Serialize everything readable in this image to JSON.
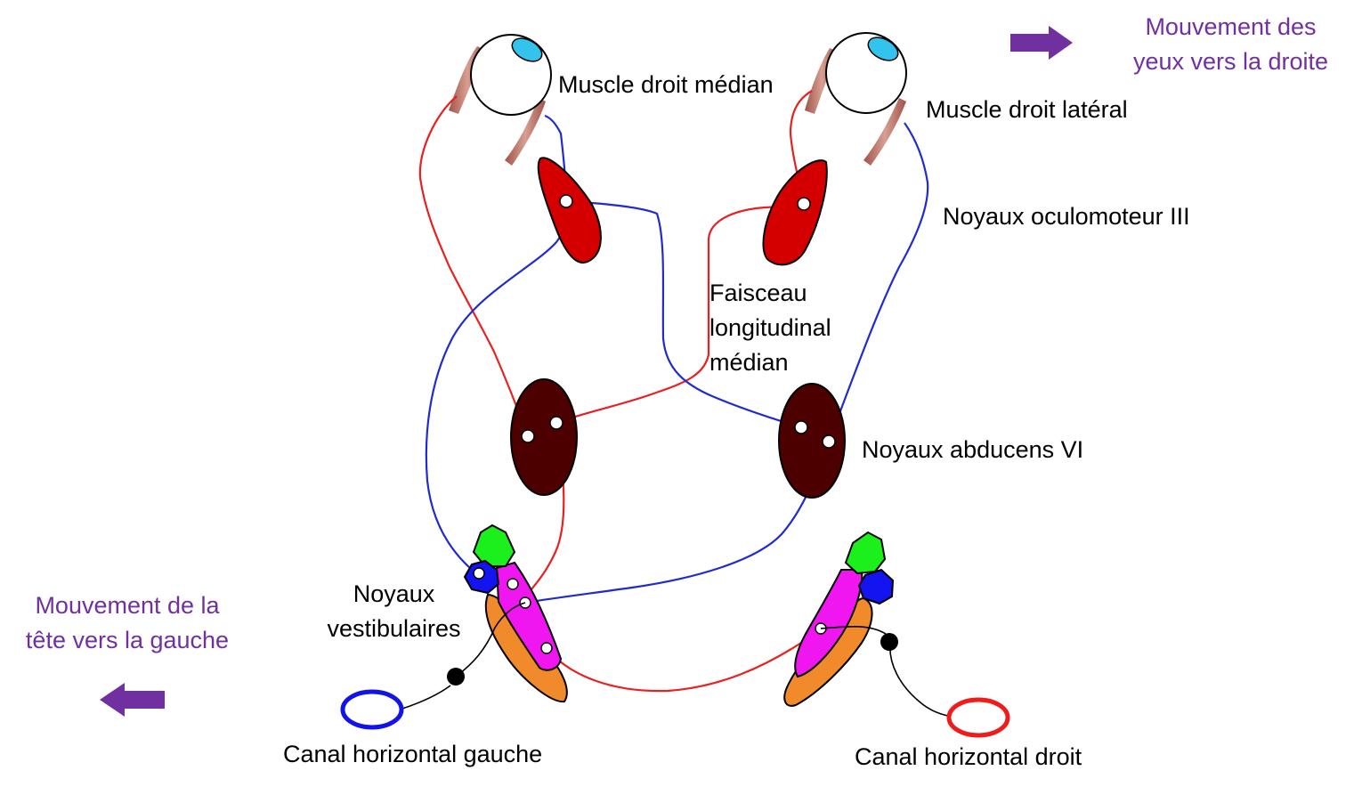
{
  "labels": {
    "muscle_droit_median": "Muscle droit médian",
    "muscle_droit_lateral": "Muscle droit latéral",
    "noyaux_oculomoteur": "Noyaux oculomoteur III",
    "faisceau_line1": "Faisceau",
    "faisceau_line2": "longitudinal",
    "faisceau_line3": "médian",
    "noyaux_abducens": "Noyaux abducens VI",
    "vestibulaires_line1": "Noyaux",
    "vestibulaires_line2": "vestibulaires",
    "canal_gauche": "Canal horizontal gauche",
    "canal_droit": "Canal horizontal droit",
    "yeux_line1": "Mouvement des",
    "yeux_line2": "yeux vers la droite",
    "tete_line1": "Mouvement de la",
    "tete_line2": "tête vers la gauche"
  },
  "colors": {
    "caption_purple": "#7030a0",
    "arrow_purple": "#7030a0",
    "red_pathway": "#e8201f",
    "blue_pathway": "#1f2bd1",
    "oculomotor_nucleus": "#d40000",
    "abducens_nucleus": "#4d0000",
    "vestibular_green": "#1cf01c",
    "vestibular_blue": "#1414f0",
    "vestibular_magenta": "#f016f0",
    "vestibular_orange": "#f08a2a",
    "canal_left": "#1313e8",
    "canal_right": "#ef1c1c",
    "iris": "#33c4ee",
    "muscle": "#b86d62"
  }
}
